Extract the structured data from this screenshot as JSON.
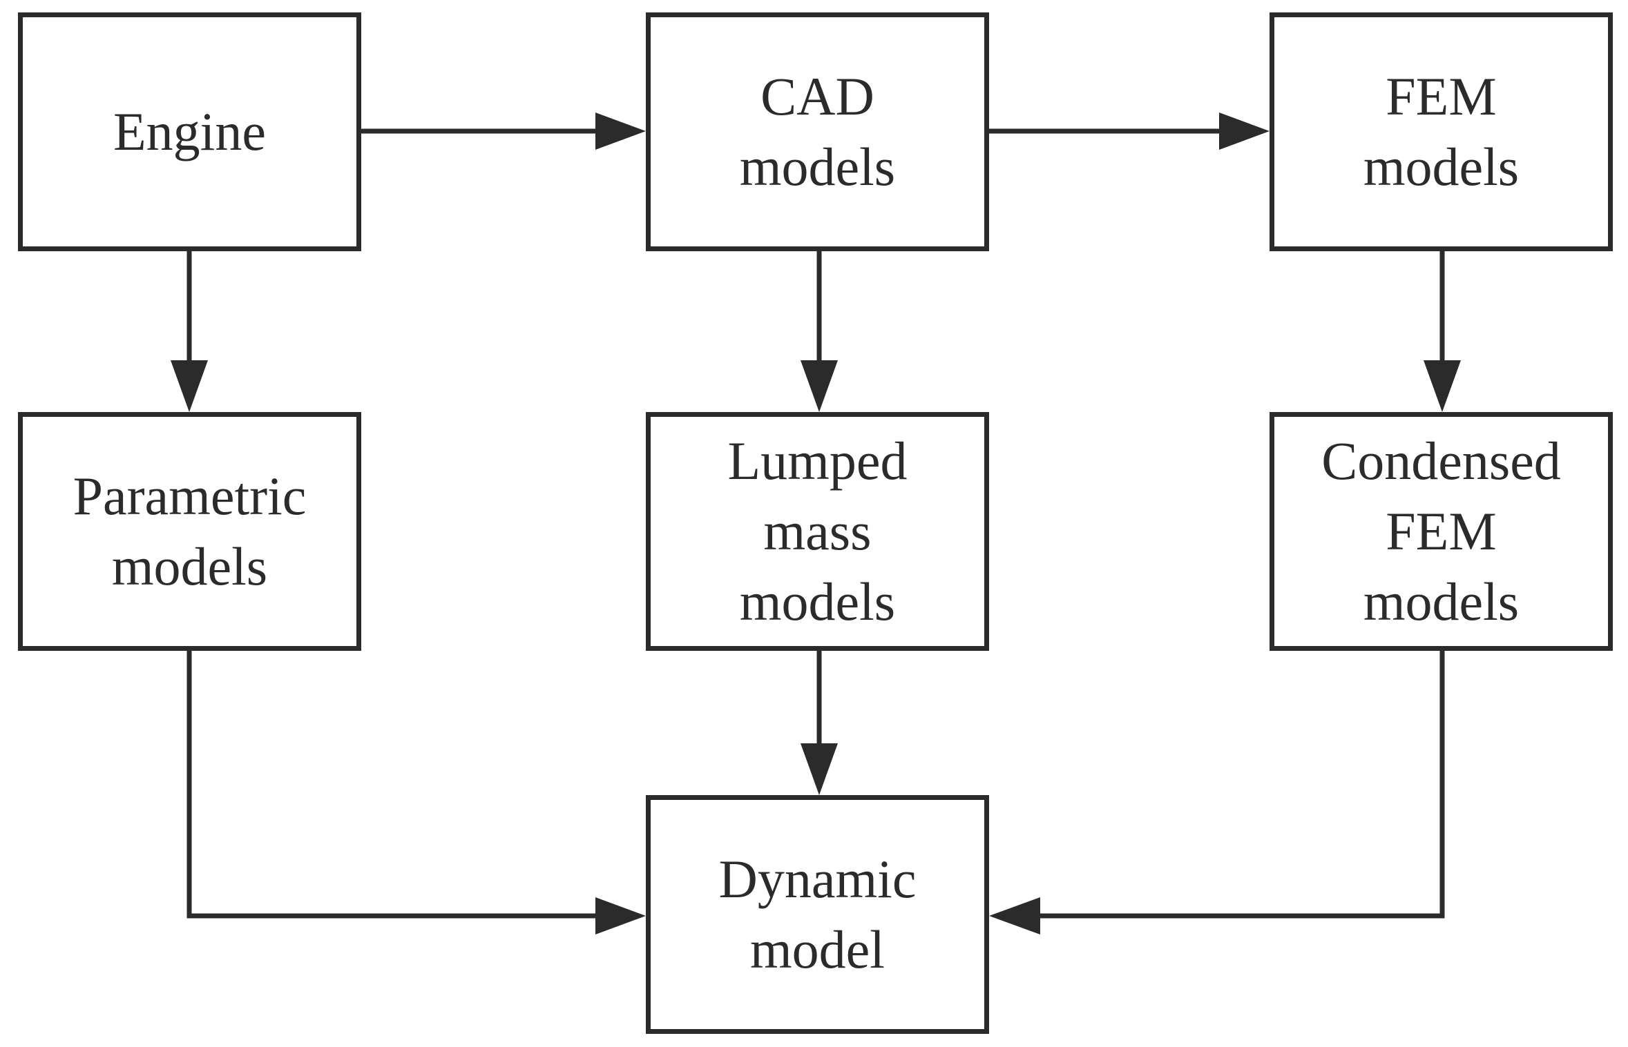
{
  "diagram": {
    "nodes": {
      "engine": "Engine",
      "cad": "CAD\nmodels",
      "fem": "FEM\nmodels",
      "parametric": "Parametric\nmodels",
      "lumped": "Lumped\nmass\nmodels",
      "condensed": "Condensed\nFEM\nmodels",
      "dynamic": "Dynamic\nmodel"
    },
    "edges": [
      {
        "from": "engine",
        "to": "cad"
      },
      {
        "from": "cad",
        "to": "fem"
      },
      {
        "from": "engine",
        "to": "parametric"
      },
      {
        "from": "cad",
        "to": "lumped"
      },
      {
        "from": "fem",
        "to": "condensed"
      },
      {
        "from": "lumped",
        "to": "dynamic"
      },
      {
        "from": "parametric",
        "to": "dynamic"
      },
      {
        "from": "condensed",
        "to": "dynamic"
      }
    ],
    "colors": {
      "stroke": "#2b2b2b",
      "background": "#ffffff"
    }
  }
}
